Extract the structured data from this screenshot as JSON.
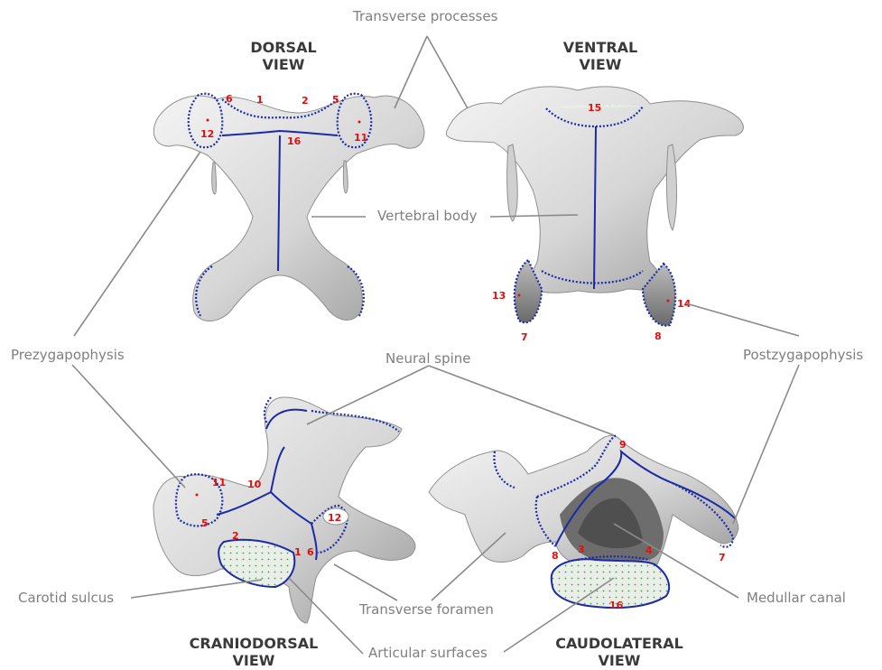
{
  "views": {
    "dorsal": [
      "DORSAL",
      "VIEW"
    ],
    "ventral": [
      "VENTRAL",
      "VIEW"
    ],
    "craniodorsal": [
      "CRANIODORSAL",
      "VIEW"
    ],
    "caudolateral": [
      "CAUDOLATERAL",
      "VIEW"
    ]
  },
  "labels": {
    "transverse_processes": "Transverse processes",
    "vertebral_body": "Vertebral body",
    "prezygapophysis": "Prezygapophysis",
    "postzygapophysis": "Postzygapophysis",
    "neural_spine": "Neural spine",
    "carotid_sulcus": "Carotid sulcus",
    "transverse_foramen": "Transverse foramen",
    "medullar_canal": "Medullar canal",
    "articular_surfaces": "Articular surfaces"
  },
  "landmarks": {
    "dorsal": [
      "6",
      "1",
      "2",
      "5",
      "12",
      "11",
      "16"
    ],
    "ventral": [
      "15",
      "13",
      "14",
      "7",
      "8"
    ],
    "craniodorsal": [
      "11",
      "10",
      "12",
      "5",
      "2",
      "1",
      "6"
    ],
    "caudolateral": [
      "9",
      "8",
      "3",
      "4",
      "7",
      "16"
    ]
  },
  "colors": {
    "outline": "#1c2aa8",
    "landmark": "#e01010",
    "surface_dots": "#4a9a5a",
    "bone": "#d9d9d9",
    "leader": "#8a8a8a"
  }
}
